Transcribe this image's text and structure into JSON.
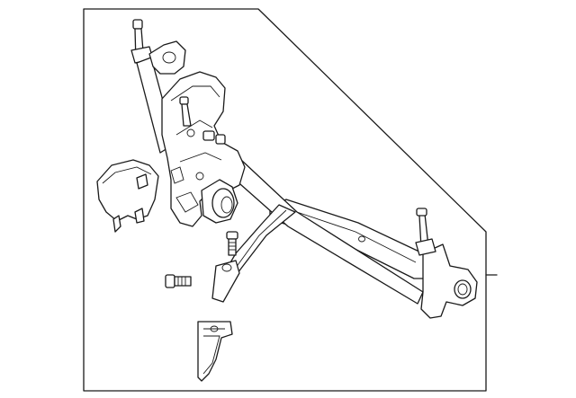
{
  "diagram": {
    "background_color": "#ffffff",
    "line_color": "#1a1a1a",
    "parts": [
      {
        "name": "wiper-linkage-frame",
        "icon": "linkage-icon"
      },
      {
        "name": "wiper-motor",
        "icon": "motor-icon"
      },
      {
        "name": "motor-cover",
        "icon": "cover-icon"
      },
      {
        "name": "bolt-upper",
        "icon": "bolt-icon"
      },
      {
        "name": "bolt-lower",
        "icon": "bolt-icon"
      },
      {
        "name": "mounting-bracket",
        "icon": "bracket-icon"
      }
    ]
  }
}
